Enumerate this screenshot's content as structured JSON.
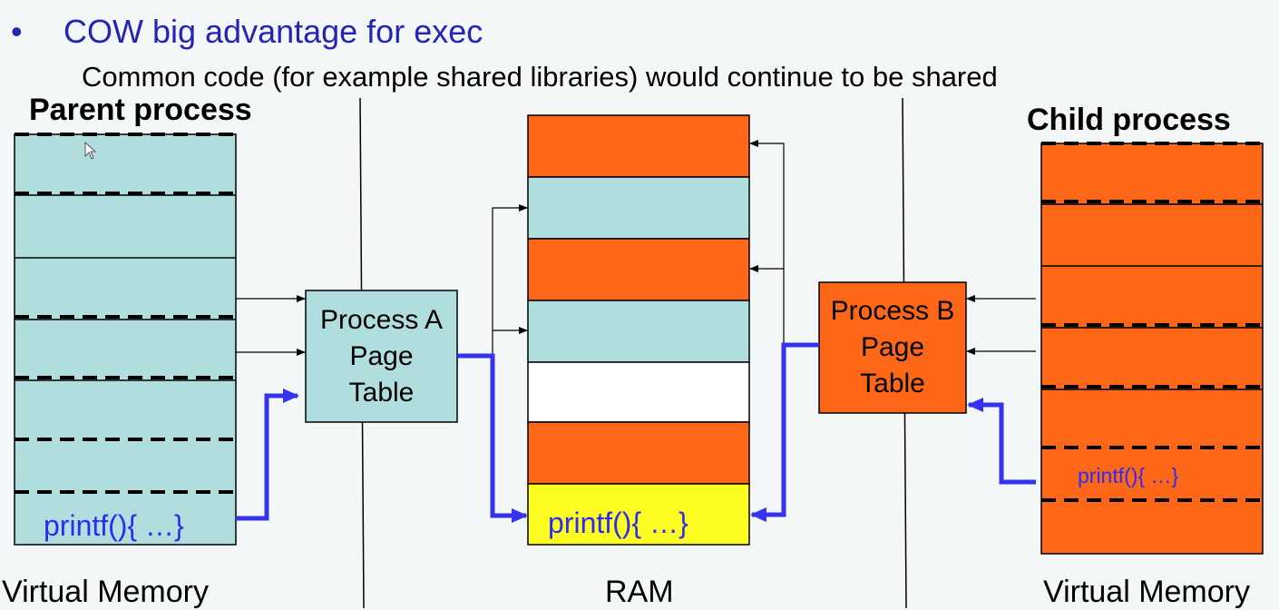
{
  "slide": {
    "bullet": "•",
    "title": "COW big advantage for exec",
    "subtitle": "Common code (for example shared libraries) would continue to be shared"
  },
  "parent": {
    "heading": "Parent process",
    "code": "printf(){ …}",
    "footer": "Virtual Memory",
    "color": "#b0dede"
  },
  "child": {
    "heading": "Child process",
    "code": "printf(){ …}",
    "footer": "Virtual Memory",
    "color": "#fe6618"
  },
  "page_table_a": {
    "line1": "Process A",
    "line2": "Page",
    "line3": "Table"
  },
  "page_table_b": {
    "line1": "Process B",
    "line2": "Page",
    "line3": "Table"
  },
  "ram": {
    "label": "RAM",
    "code": "printf(){ …}",
    "shared_color": "#fdfd22"
  },
  "colors": {
    "orange": "#fe6618",
    "light_blue": "#b0dede",
    "arrow_blue": "#3434ee",
    "text_blue": "#2525b4"
  }
}
